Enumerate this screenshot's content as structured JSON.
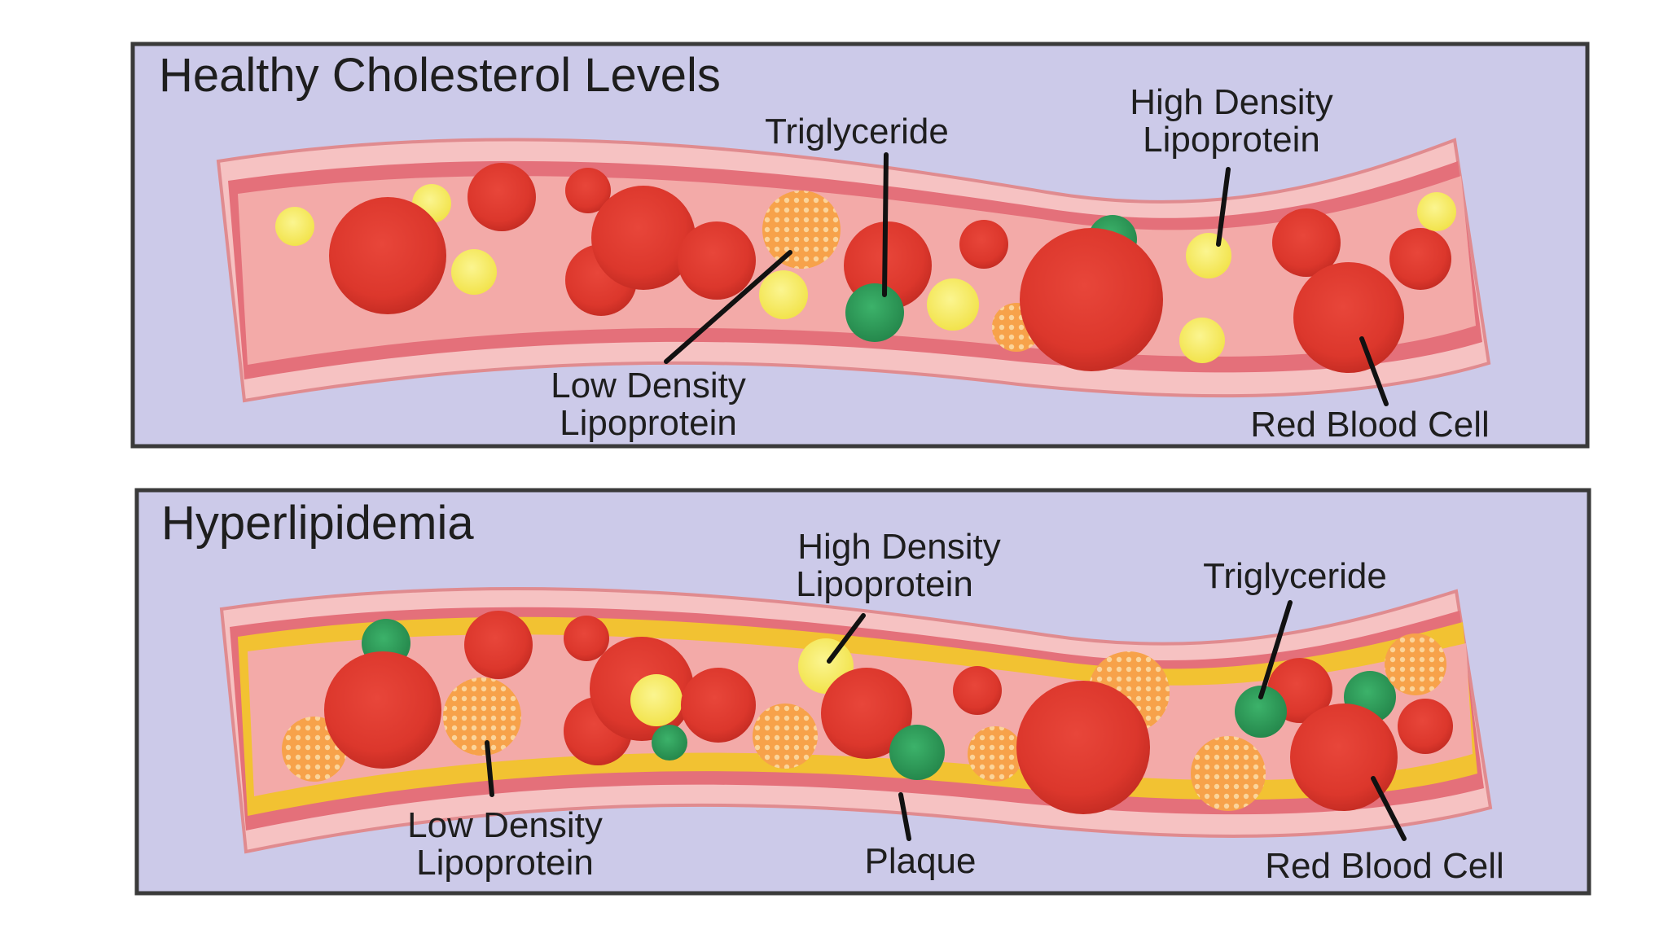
{
  "panels": [
    {
      "title": "Healthy Cholesterol Levels",
      "labels": {
        "triglyceride": "Triglyceride",
        "hdl_line1": "High Density",
        "hdl_line2": "Lipoprotein",
        "ldl_line1": "Low Density",
        "ldl_line2": "Lipoprotein",
        "rbc": "Red Blood Cell"
      }
    },
    {
      "title": "Hyperlipidemia",
      "labels": {
        "hdl_line1": "High Density",
        "hdl_line2": "Lipoprotein",
        "triglyceride": "Triglyceride",
        "ldl_line1": "Low Density",
        "ldl_line2": "Lipoprotein",
        "plaque": "Plaque",
        "rbc": "Red Blood Cell"
      }
    }
  ],
  "colors": {
    "panel_bg": "#cccae9",
    "panel_border": "#3a3a3a",
    "vessel_wall": "#f6c2c2",
    "vessel_lining": "#e4707a",
    "lumen": "#f3aaa8",
    "red_blood_cell": "#e03a30",
    "hdl": "#f6ec63",
    "ldl": "#f39a3c",
    "triglyceride": "#2e9e5a",
    "plaque": "#f2c232"
  }
}
